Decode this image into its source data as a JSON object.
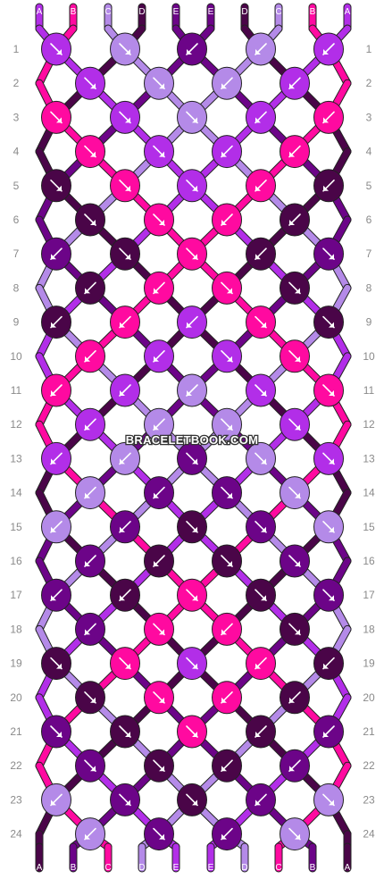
{
  "site": {
    "watermark": "BRACELETBOOK.COM"
  },
  "strands": {
    "top": [
      "A",
      "B",
      "C",
      "D",
      "E",
      "E",
      "D",
      "C",
      "B",
      "A"
    ],
    "bottom": [
      "A",
      "B",
      "C",
      "D",
      "E",
      "E",
      "D",
      "C",
      "B",
      "A"
    ]
  },
  "colors": {
    "A": "#b22ee8",
    "B": "#ff0aa0",
    "C": "#b48ae8",
    "D": "#4a0548",
    "E": "#6c0488"
  },
  "row_numbers": [
    "1",
    "2",
    "3",
    "4",
    "5",
    "6",
    "7",
    "8",
    "9",
    "10",
    "11",
    "12",
    "13",
    "14",
    "15",
    "16",
    "17",
    "18",
    "19",
    "20",
    "21",
    "22",
    "23",
    "24"
  ],
  "knot_rows": [
    [
      {
        "c": "A",
        "d": "R"
      },
      {
        "c": "C",
        "d": "R"
      },
      {
        "c": "E",
        "d": "L"
      },
      {
        "c": "C",
        "d": "L"
      },
      {
        "c": "A",
        "d": "L"
      }
    ],
    [
      {
        "c": "A",
        "d": "R"
      },
      {
        "c": "C",
        "d": "R"
      },
      {
        "c": "C",
        "d": "L"
      },
      {
        "c": "A",
        "d": "L"
      }
    ],
    [
      {
        "c": "B",
        "d": "R"
      },
      {
        "c": "A",
        "d": "R"
      },
      {
        "c": "C",
        "d": "R"
      },
      {
        "c": "A",
        "d": "L"
      },
      {
        "c": "B",
        "d": "L"
      }
    ],
    [
      {
        "c": "B",
        "d": "R"
      },
      {
        "c": "A",
        "d": "R"
      },
      {
        "c": "A",
        "d": "L"
      },
      {
        "c": "B",
        "d": "L"
      }
    ],
    [
      {
        "c": "D",
        "d": "R"
      },
      {
        "c": "B",
        "d": "R"
      },
      {
        "c": "A",
        "d": "R"
      },
      {
        "c": "B",
        "d": "L"
      },
      {
        "c": "D",
        "d": "L"
      }
    ],
    [
      {
        "c": "D",
        "d": "R"
      },
      {
        "c": "B",
        "d": "R"
      },
      {
        "c": "B",
        "d": "L"
      },
      {
        "c": "D",
        "d": "L"
      }
    ],
    [
      {
        "c": "E",
        "d": "L"
      },
      {
        "c": "D",
        "d": "R"
      },
      {
        "c": "B",
        "d": "R"
      },
      {
        "c": "D",
        "d": "L"
      },
      {
        "c": "E",
        "d": "R"
      }
    ],
    [
      {
        "c": "D",
        "d": "L"
      },
      {
        "c": "B",
        "d": "L"
      },
      {
        "c": "B",
        "d": "R"
      },
      {
        "c": "D",
        "d": "R"
      }
    ],
    [
      {
        "c": "D",
        "d": "L"
      },
      {
        "c": "B",
        "d": "L"
      },
      {
        "c": "A",
        "d": "L"
      },
      {
        "c": "B",
        "d": "R"
      },
      {
        "c": "D",
        "d": "R"
      }
    ],
    [
      {
        "c": "B",
        "d": "L"
      },
      {
        "c": "A",
        "d": "L"
      },
      {
        "c": "A",
        "d": "R"
      },
      {
        "c": "B",
        "d": "R"
      }
    ],
    [
      {
        "c": "B",
        "d": "L"
      },
      {
        "c": "A",
        "d": "L"
      },
      {
        "c": "C",
        "d": "L"
      },
      {
        "c": "A",
        "d": "R"
      },
      {
        "c": "B",
        "d": "R"
      }
    ],
    [
      {
        "c": "A",
        "d": "L"
      },
      {
        "c": "C",
        "d": "L"
      },
      {
        "c": "C",
        "d": "R"
      },
      {
        "c": "A",
        "d": "R"
      }
    ],
    [
      {
        "c": "A",
        "d": "L"
      },
      {
        "c": "C",
        "d": "L"
      },
      {
        "c": "E",
        "d": "R"
      },
      {
        "c": "C",
        "d": "R"
      },
      {
        "c": "A",
        "d": "R"
      }
    ],
    [
      {
        "c": "C",
        "d": "L"
      },
      {
        "c": "E",
        "d": "L"
      },
      {
        "c": "E",
        "d": "R"
      },
      {
        "c": "C",
        "d": "R"
      }
    ],
    [
      {
        "c": "C",
        "d": "L"
      },
      {
        "c": "E",
        "d": "L"
      },
      {
        "c": "D",
        "d": "R"
      },
      {
        "c": "E",
        "d": "R"
      },
      {
        "c": "C",
        "d": "R"
      }
    ],
    [
      {
        "c": "E",
        "d": "L"
      },
      {
        "c": "D",
        "d": "L"
      },
      {
        "c": "D",
        "d": "R"
      },
      {
        "c": "E",
        "d": "R"
      }
    ],
    [
      {
        "c": "E",
        "d": "L"
      },
      {
        "c": "D",
        "d": "L"
      },
      {
        "c": "B",
        "d": "R"
      },
      {
        "c": "D",
        "d": "R"
      },
      {
        "c": "E",
        "d": "R"
      }
    ],
    [
      {
        "c": "E",
        "d": "L"
      },
      {
        "c": "B",
        "d": "R"
      },
      {
        "c": "B",
        "d": "L"
      },
      {
        "c": "D",
        "d": "R"
      }
    ],
    [
      {
        "c": "D",
        "d": "R"
      },
      {
        "c": "B",
        "d": "R"
      },
      {
        "c": "A",
        "d": "R"
      },
      {
        "c": "B",
        "d": "L"
      },
      {
        "c": "D",
        "d": "L"
      }
    ],
    [
      {
        "c": "D",
        "d": "R"
      },
      {
        "c": "B",
        "d": "R"
      },
      {
        "c": "B",
        "d": "L"
      },
      {
        "c": "D",
        "d": "L"
      }
    ],
    [
      {
        "c": "E",
        "d": "R"
      },
      {
        "c": "D",
        "d": "R"
      },
      {
        "c": "B",
        "d": "R"
      },
      {
        "c": "D",
        "d": "L"
      },
      {
        "c": "E",
        "d": "L"
      }
    ],
    [
      {
        "c": "E",
        "d": "R"
      },
      {
        "c": "D",
        "d": "R"
      },
      {
        "c": "D",
        "d": "L"
      },
      {
        "c": "E",
        "d": "L"
      }
    ],
    [
      {
        "c": "C",
        "d": "L"
      },
      {
        "c": "E",
        "d": "R"
      },
      {
        "c": "D",
        "d": "R"
      },
      {
        "c": "E",
        "d": "L"
      },
      {
        "c": "C",
        "d": "R"
      }
    ],
    [
      {
        "c": "C",
        "d": "L"
      },
      {
        "c": "E",
        "d": "R"
      },
      {
        "c": "E",
        "d": "L"
      },
      {
        "c": "C",
        "d": "R"
      }
    ]
  ]
}
